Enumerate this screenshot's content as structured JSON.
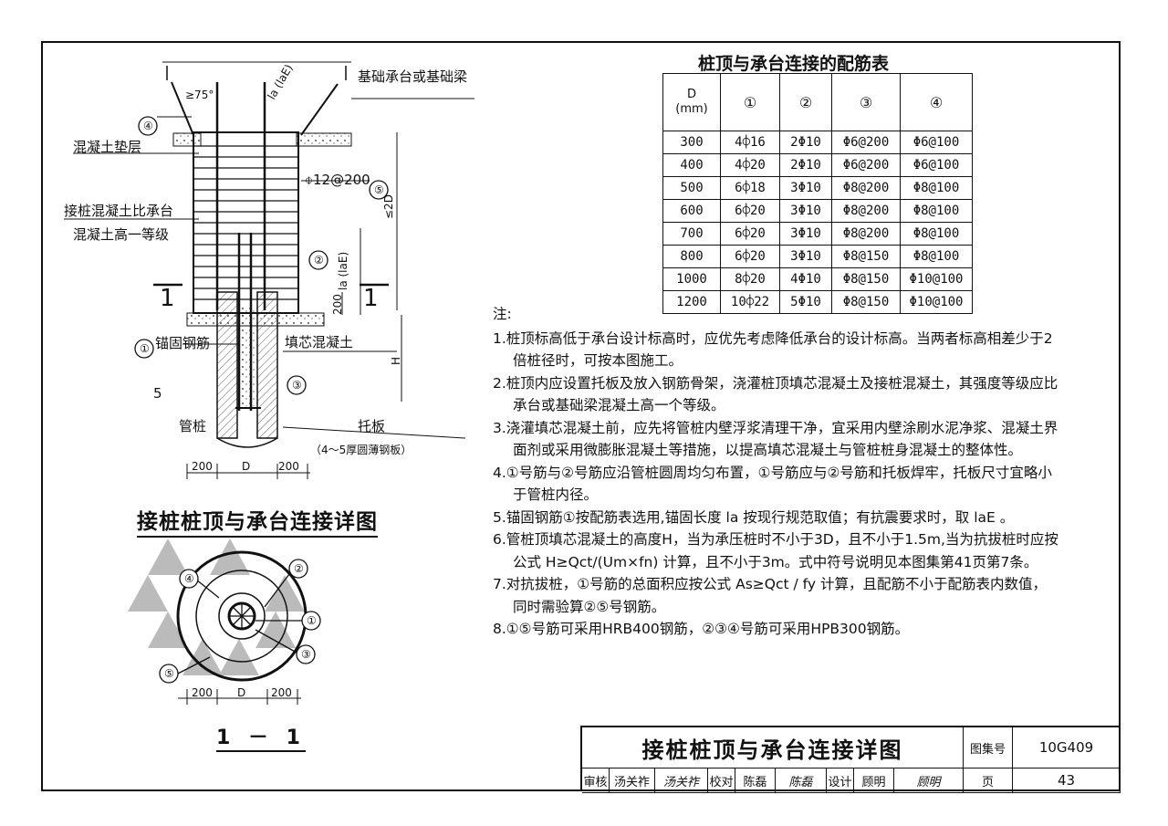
{
  "detail_labels": {
    "cap_or_beam": "基础承台或基础梁",
    "angle": "≥75°",
    "la_top": "la (laE)",
    "concrete_cushion": "混凝土垫层",
    "rebar5_spec": "⌽12@200",
    "extension_line1": "接桩混凝土比承台",
    "extension_line2": "混凝土高一等级",
    "le2d": "≤2D",
    "la_side": "la (laE)",
    "section_mark": "1",
    "anchor_rebar": "锚固钢筋",
    "fill_concrete": "填芯混凝土",
    "five": "5",
    "pipe_pile": "管桩",
    "plate": "托板",
    "plate_note": "（4～5厚圆薄钢板）",
    "dim_200": "200",
    "dim_d": "D",
    "dim_h": "H",
    "circled": [
      "①",
      "②",
      "③",
      "④",
      "⑤"
    ]
  },
  "detail_title": "接桩桩顶与承台连接详图",
  "section_title": "1 － 1",
  "table": {
    "title": "桩顶与承台连接的配筋表",
    "header_d": "D",
    "header_unit": "(mm)",
    "columns": [
      "①",
      "②",
      "③",
      "④"
    ],
    "rows": [
      [
        "300",
        "4⌽16",
        "2Φ10",
        "Φ6@200",
        "Φ6@100"
      ],
      [
        "400",
        "4⌽20",
        "2Φ10",
        "Φ6@200",
        "Φ6@100"
      ],
      [
        "500",
        "6⌽18",
        "3Φ10",
        "Φ8@200",
        "Φ8@100"
      ],
      [
        "600",
        "6⌽20",
        "3Φ10",
        "Φ8@200",
        "Φ8@100"
      ],
      [
        "700",
        "6⌽20",
        "3Φ10",
        "Φ8@200",
        "Φ8@100"
      ],
      [
        "800",
        "6⌽20",
        "3Φ10",
        "Φ8@150",
        "Φ8@100"
      ],
      [
        "1000",
        "8⌽20",
        "4Φ10",
        "Φ8@150",
        "Φ10@100"
      ],
      [
        "1200",
        "10⌽22",
        "5Φ10",
        "Φ8@150",
        "Φ10@100"
      ]
    ]
  },
  "notes": {
    "head": "注:",
    "items": [
      "1.桩顶标高低于承台设计标高时，应优先考虑降低承台的设计标高。当两者标高相差少于2倍桩径时，可按本图施工。",
      "2.桩顶内应设置托板及放入钢筋骨架，浇灌桩顶填芯混凝土及接桩混凝土，其强度等级应比承台或基础梁混凝土高一个等级。",
      "3.浇灌填芯混凝土前，应先将管桩内壁浮浆清理干净，宜采用内壁涂刷水泥净浆、混凝土界面剂或采用微膨胀混凝土等措施，以提高填芯混凝土与管桩桩身混凝土的整体性。",
      "4.①号筋与②号筋应沿管桩圆周均匀布置，①号筋应与②号筋和托板焊牢，托板尺寸宜略小于管桩内径。",
      "5.锚固钢筋①按配筋表选用,锚固长度 la 按现行规范取值；有抗震要求时，取 laE 。",
      "6.管桩顶填芯混凝土的高度H，当为承压桩时不小于3D，且不小于1.5m,当为抗拔桩时应按公式 H≥Qct/(Um×fn) 计算，且不小于3m。式中符号说明见本图集第41页第7条。",
      "7.对抗拔桩，①号筋的总面积应按公式 As≥Qct / fy 计算，且配筋不小于配筋表内数值，同时需验算②⑤号钢筋。",
      "8.①⑤号筋可采用HRB400钢筋，②③④号筋可采用HPB300钢筋。"
    ]
  },
  "title_block": {
    "title": "接桩桩顶与承台连接详图",
    "atlas_label": "图集号",
    "atlas_no": "10G409",
    "review_label": "审核",
    "reviewer": "汤关祚",
    "check_label": "校对",
    "checker": "陈磊",
    "design_label": "设计",
    "designer": "顾明",
    "page_label": "页",
    "page_no": "43"
  }
}
